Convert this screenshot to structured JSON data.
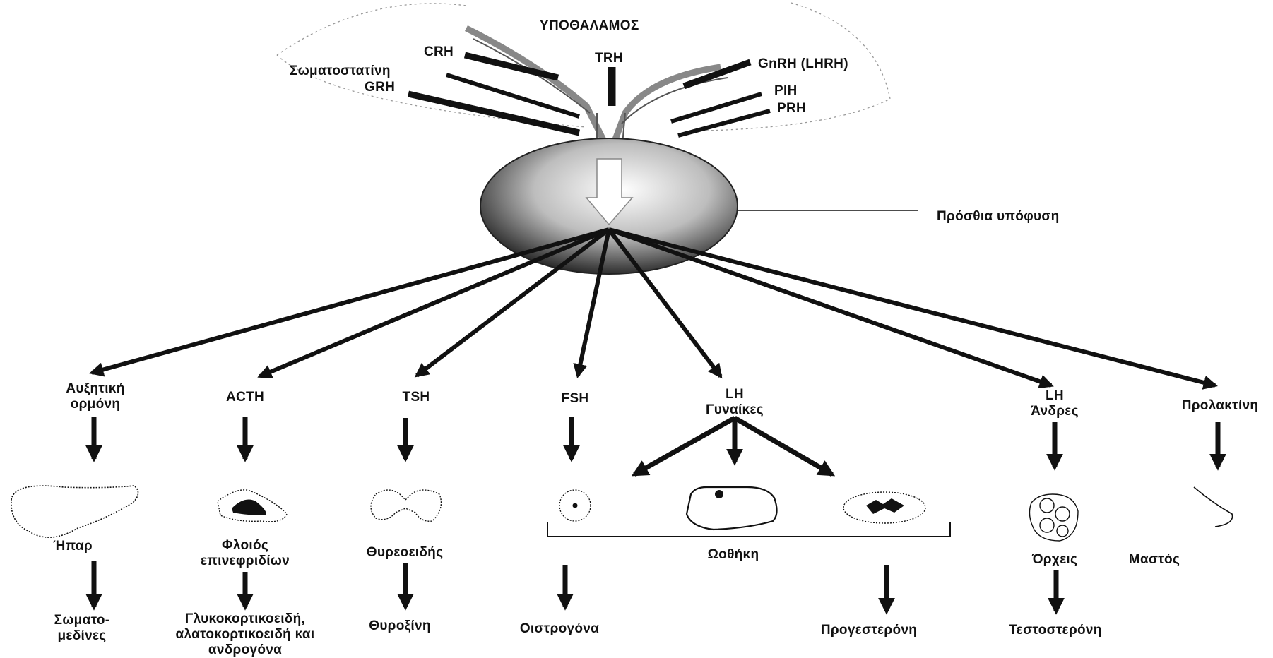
{
  "hypothalamus": {
    "title": "ΥΠΟΘΑΛΑΜΟΣ",
    "releasing_hormones": [
      "CRH",
      "Σωματοστατίνη",
      "GRH",
      "TRH",
      "GnRH (LHRH)",
      "PIH",
      "PRH"
    ]
  },
  "pituitary": {
    "label": "Πρόσθια υπόφυση"
  },
  "hormones": [
    {
      "name": "Αυξητική ορμόνη",
      "organ": "Ήπαρ",
      "product": "Σωματο-μεδίνες"
    },
    {
      "name": "ACTH",
      "organ": "Φλοιός επινεφριδίων",
      "product": "Γλυκοκορτικοειδή, αλατοκορτικοειδή και ανδρογόνα"
    },
    {
      "name": "TSH",
      "organ": "Θυρεοειδής",
      "product": "Θυροξίνη"
    },
    {
      "name": "FSH",
      "product": "Οιστρογόνα"
    },
    {
      "name": "LH Γυναίκες",
      "product": "Προγεστερόνη"
    },
    {
      "name": "LH Άνδρες",
      "organ": "Όρχεις",
      "product": "Τεστοστερόνη"
    },
    {
      "name": "Προλακτίνη",
      "organ": "Μαστός"
    }
  ],
  "ovary": {
    "label": "Ωοθήκη"
  },
  "icons": [
    "liver-icon",
    "adrenal-icon",
    "thyroid-icon",
    "follicle-icon",
    "corpus-luteum-icon",
    "testis-icon",
    "breast-icon"
  ]
}
